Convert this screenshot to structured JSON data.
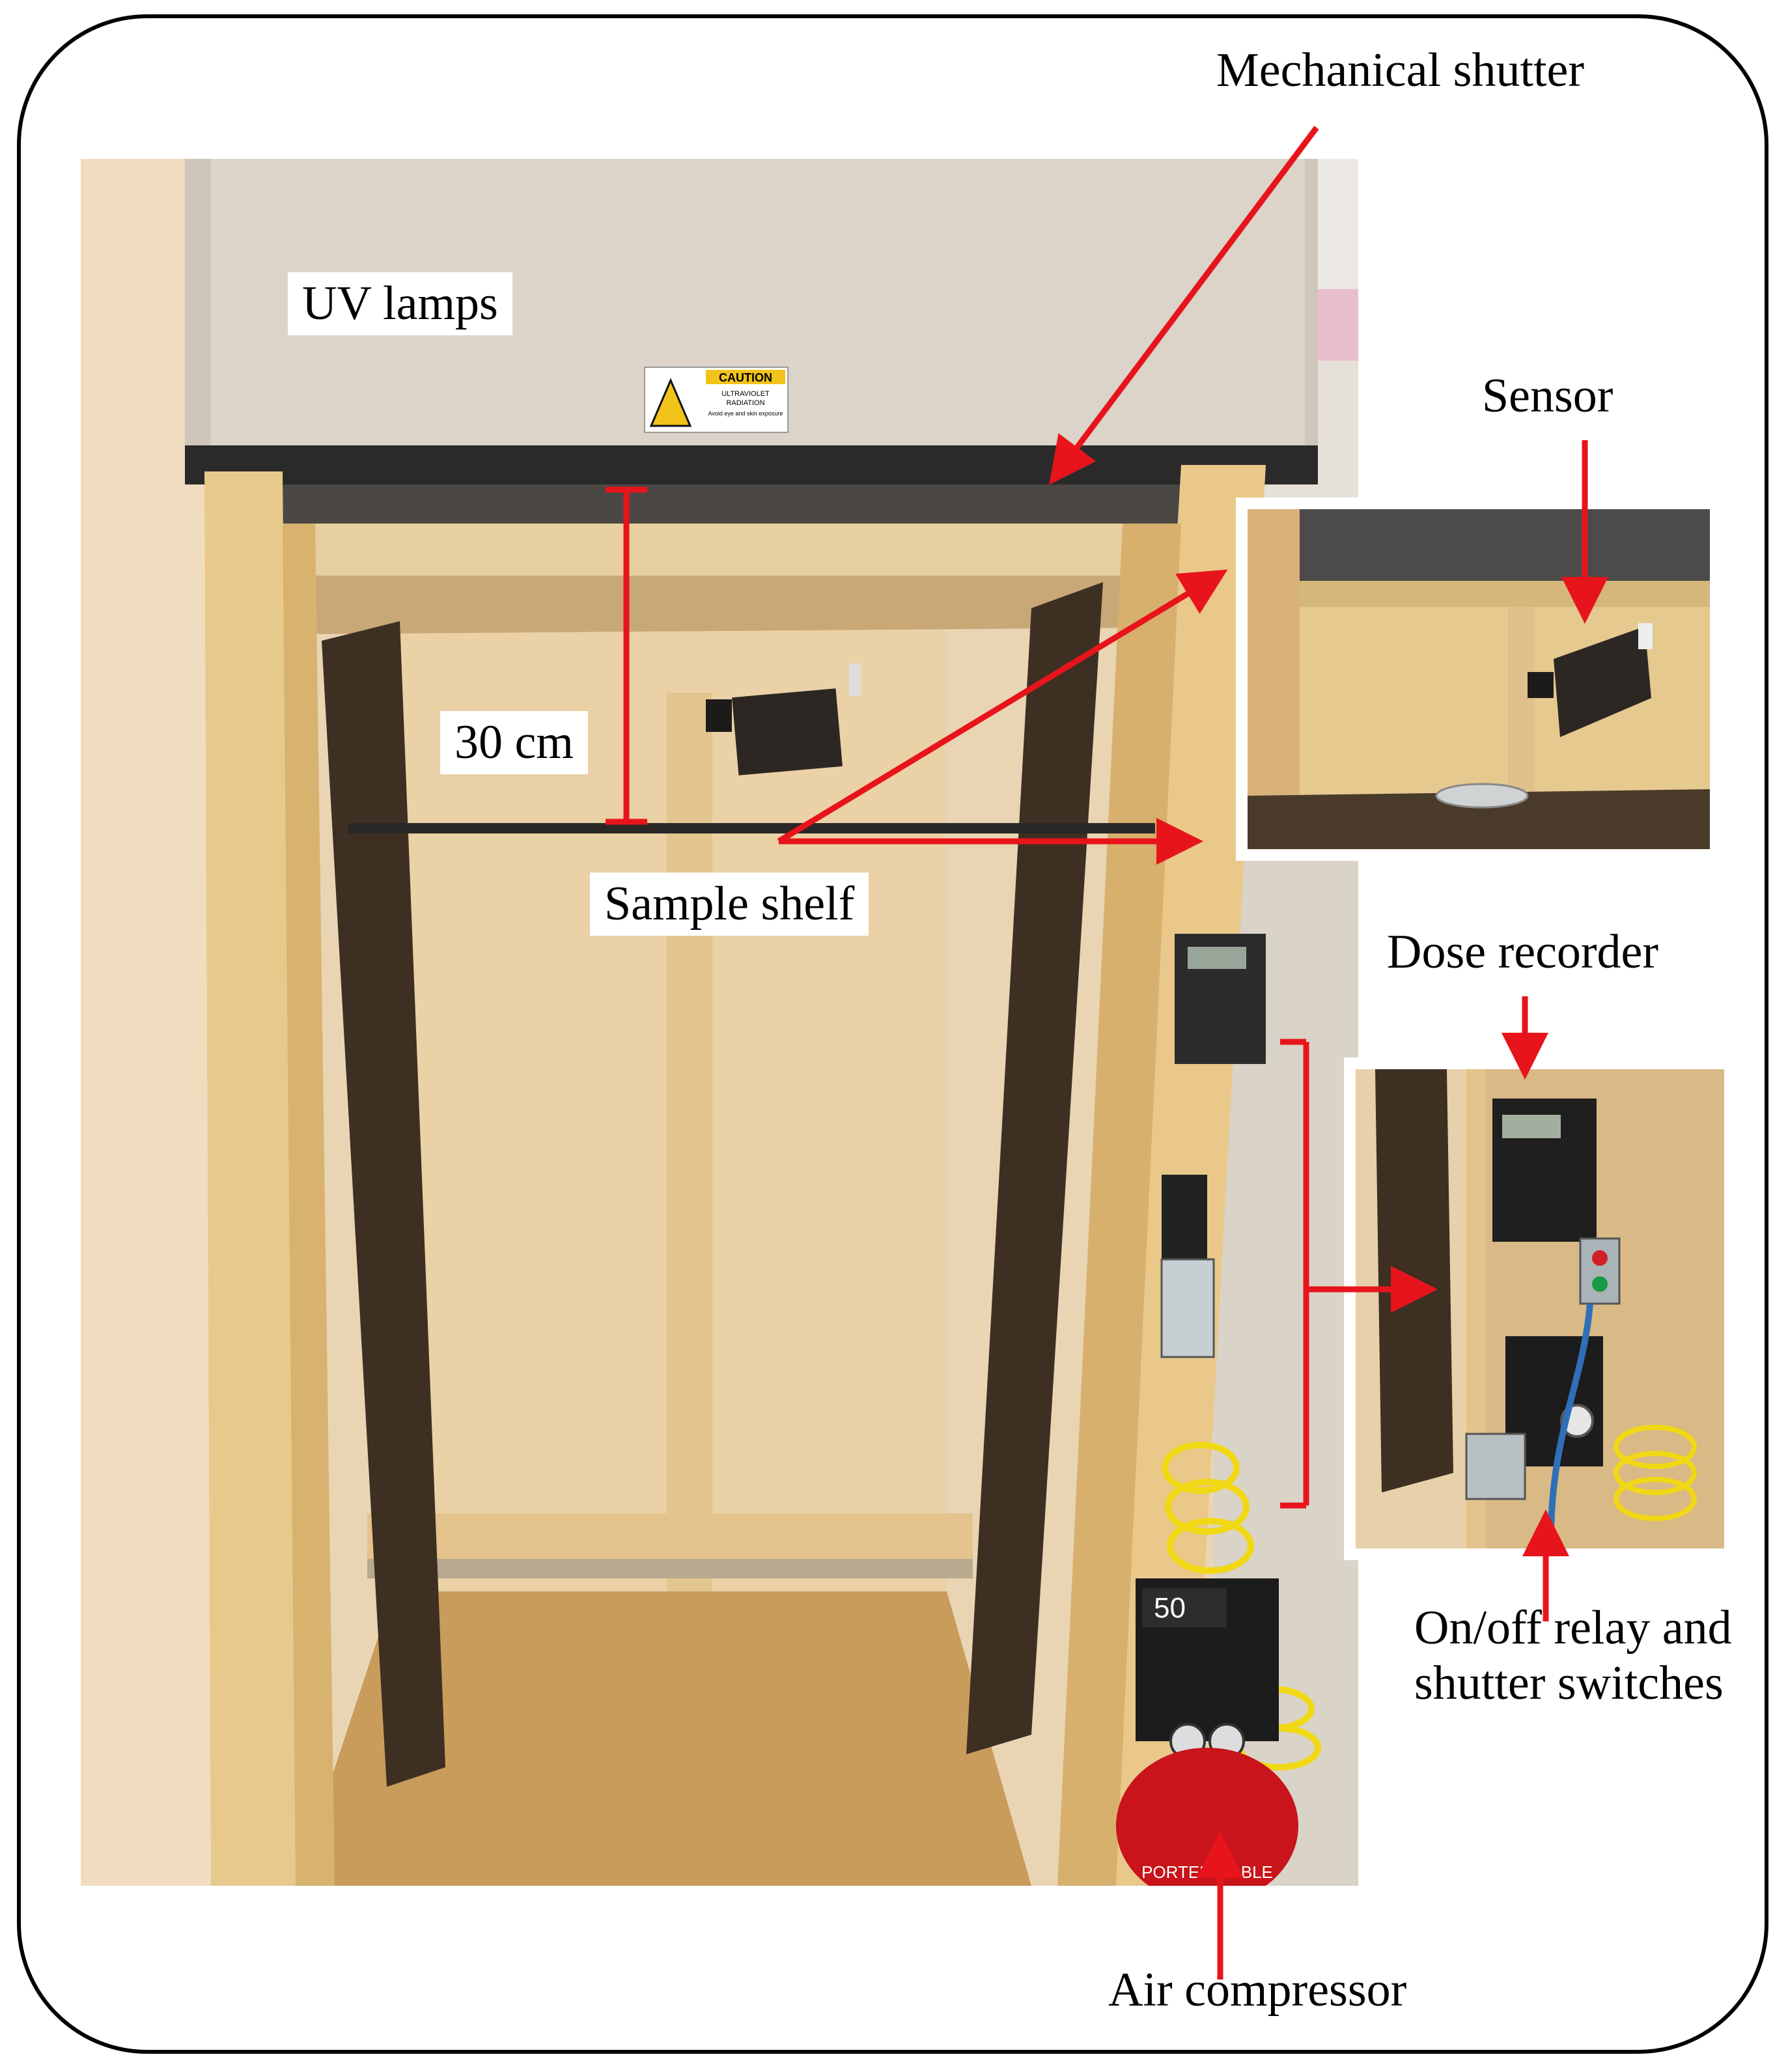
{
  "labels": {
    "uv_lamps": "UV lamps",
    "mechanical_shutter": "Mechanical shutter",
    "sensor": "Sensor",
    "distance": "30 cm",
    "sample_shelf": "Sample shelf",
    "dose_recorder": "Dose recorder",
    "relay_switches": "On/off relay and shutter switches",
    "air_compressor": "Air compressor"
  },
  "caution_sign": {
    "title": "CAUTION",
    "line1": "ULTRAVIOLET",
    "line2": "RADIATION",
    "line3": "Avoid eye and skin exposure"
  },
  "compressor_badge": "50",
  "compressor_brand": "PORTER-CABLE",
  "colors": {
    "annotation_red": "#e8141b",
    "wood": "#e7c98f",
    "pegboard": "#3d2f22",
    "lamp_housing": "#d9cfc4",
    "compressor_red": "#c8141a"
  }
}
